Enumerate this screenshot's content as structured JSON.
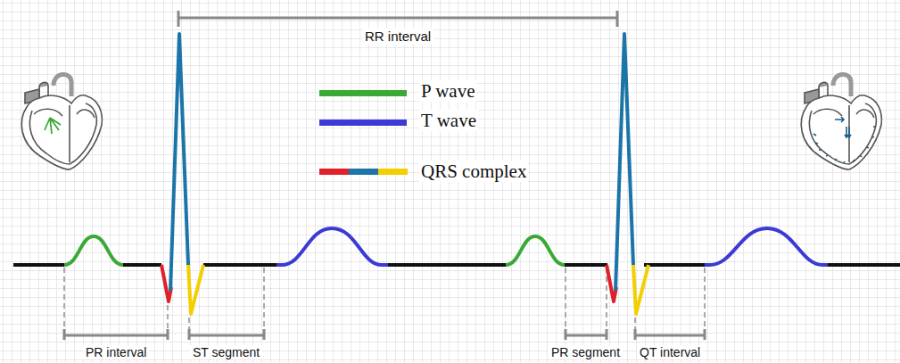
{
  "diagram": {
    "labels": [
      "RR interval",
      "PR interval",
      "ST segment",
      "PR segment",
      "QT interval"
    ],
    "legend": [
      {
        "text": "P wave",
        "color": "#3aa935"
      },
      {
        "text": "T wave",
        "color": "#3b3bd4"
      },
      {
        "text": "QRS complex"
      }
    ]
  }
}
